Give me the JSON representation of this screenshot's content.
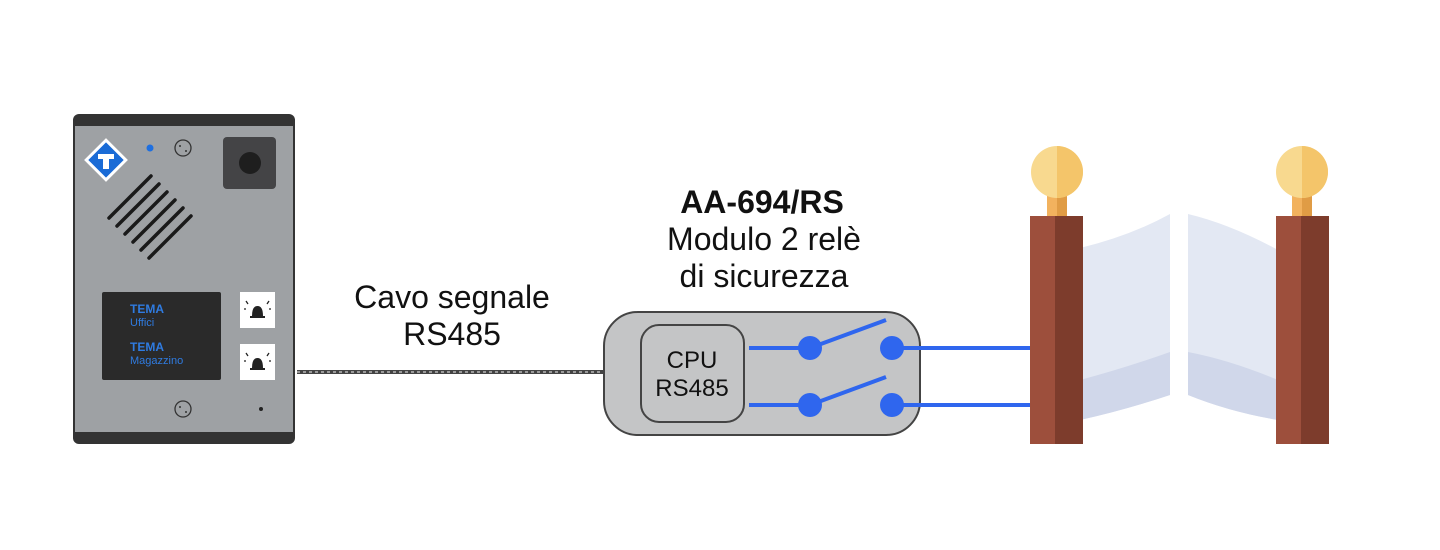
{
  "intercom": {
    "labels": [
      {
        "title": "TEMA",
        "subtitle": "Uffici"
      },
      {
        "title": "TEMA",
        "subtitle": "Magazzino"
      }
    ],
    "colors": {
      "body": "#9ea1a4",
      "frame": "#333333",
      "display": "#2a2a2a",
      "label_text": "#2f7be0"
    }
  },
  "cable": {
    "label_line1": "Cavo segnale",
    "label_line2": "RS485"
  },
  "module": {
    "model": "AA-694/RS",
    "desc_line1": "Modulo 2 relè",
    "desc_line2": "di sicurezza",
    "cpu_line1": "CPU",
    "cpu_line2": "RS485",
    "colors": {
      "box": "#c4c5c6",
      "relay": "#2f66ee"
    }
  },
  "gate": {
    "colors": {
      "post_light": "#9d4f3c",
      "post_dark": "#7d3c2c",
      "lamp": "#f8d98f",
      "leaf": "#e3e8f3"
    }
  }
}
